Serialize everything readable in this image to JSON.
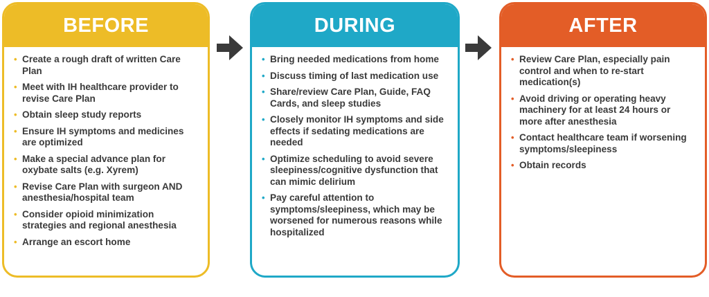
{
  "colors": {
    "before": "#edbc27",
    "during": "#1fa8c7",
    "after": "#e35d27",
    "arrow": "#3a3a3a",
    "text": "#3a3a3a"
  },
  "icons": {
    "arrow": "right-arrow-icon",
    "bullet": "bullet-dot-icon"
  },
  "before": {
    "title": "BEFORE",
    "items": [
      "Create a rough draft of written Care Plan",
      "Meet with IH healthcare provider to revise Care Plan",
      "Obtain sleep study reports",
      "Ensure IH symptoms and medicines are optimized",
      "Make a special advance plan for oxybate salts (e.g. Xyrem)",
      "Revise Care Plan with surgeon AND anesthesia/hospital team",
      "Consider opioid minimization strategies and regional anesthesia",
      "Arrange an escort home"
    ]
  },
  "during": {
    "title": "DURING",
    "items": [
      "Bring needed medications from home",
      "Discuss timing of last medication use",
      "Share/review Care Plan, Guide, FAQ Cards, and sleep studies",
      "Closely monitor IH symptoms and side effects if sedating medications are needed",
      "Optimize scheduling to avoid severe sleepiness/cognitive dysfunction that can mimic delirium",
      "Pay careful attention to symptoms/sleepiness, which may be worsened for numerous reasons while hospitalized"
    ]
  },
  "after": {
    "title": "AFTER",
    "items": [
      "Review Care Plan, especially pain control and when to re-start medication(s)",
      "Avoid driving or operating heavy machinery for at least 24 hours or more after anesthesia",
      "Contact healthcare team if worsening symptoms/sleepiness",
      "Obtain records"
    ]
  }
}
